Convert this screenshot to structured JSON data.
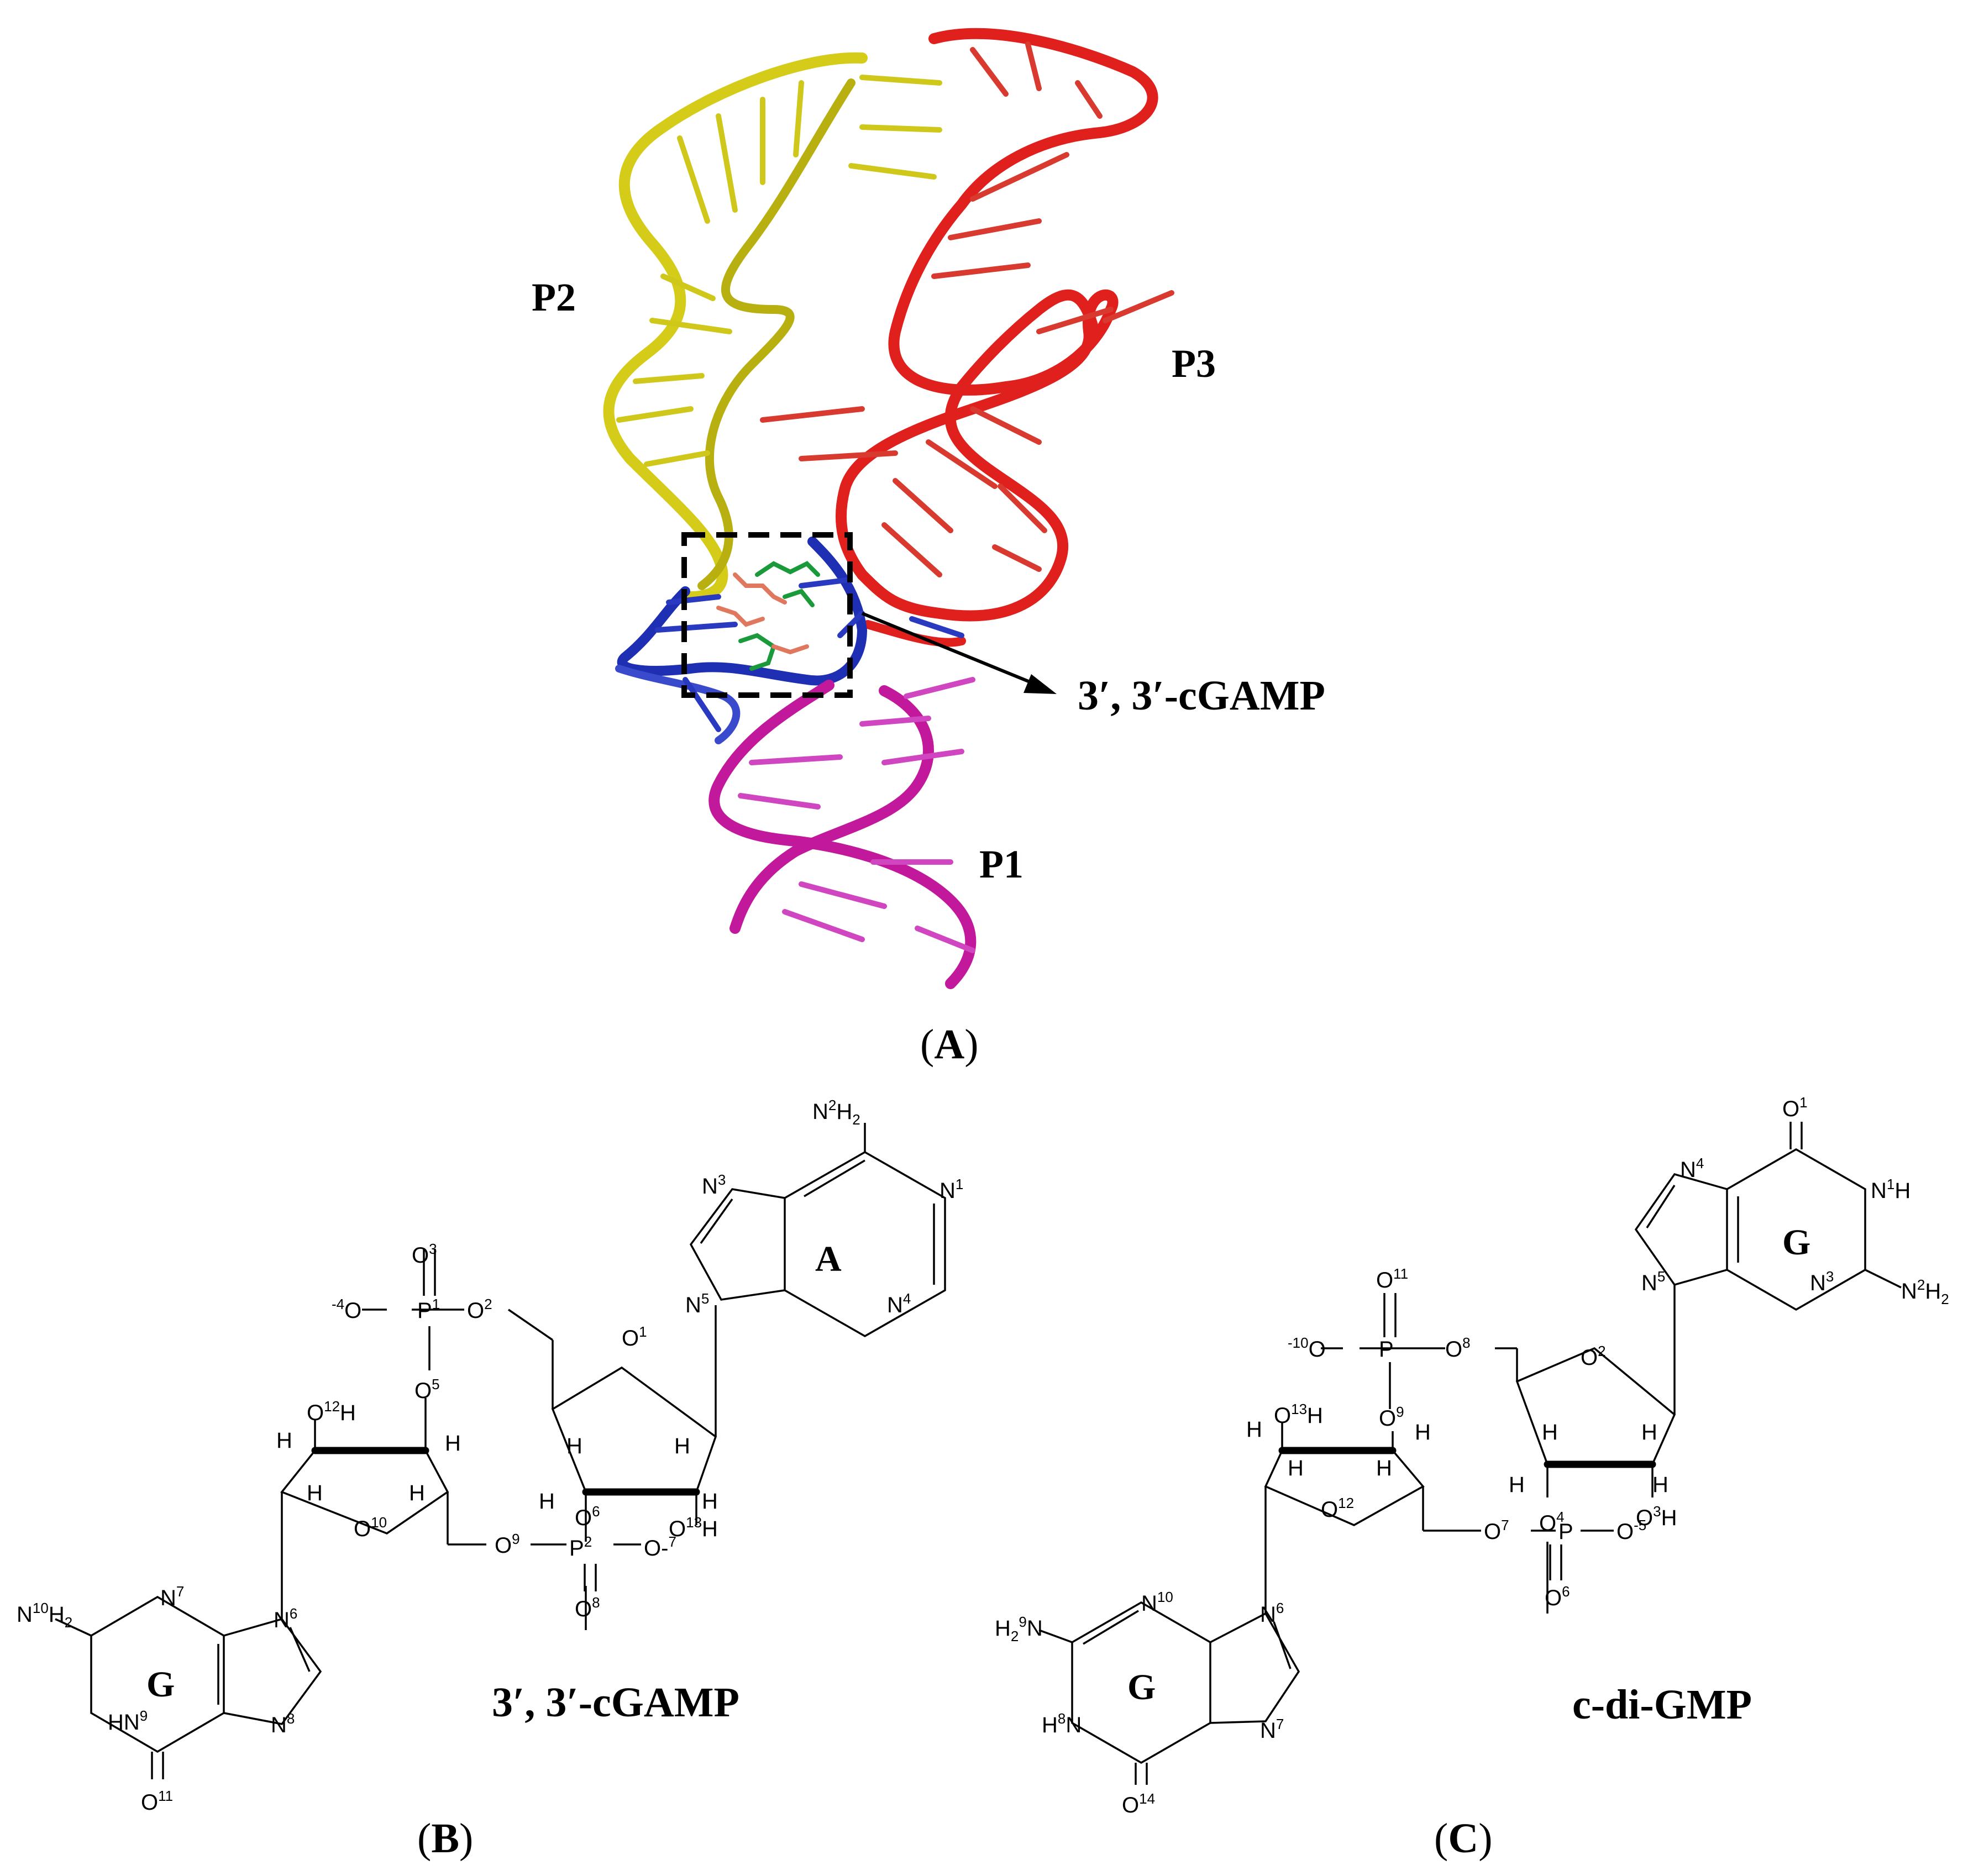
{
  "panels": {
    "a": {
      "label_open": "(",
      "label_letter": "A",
      "label_close": ")",
      "helix_labels": [
        "P2",
        "P3",
        "P1"
      ],
      "ligand_label": "3′, 3′-cGAMP",
      "colors": {
        "p2": "#d4cc18",
        "p3": "#e0201c",
        "p1": "#c2189c",
        "core": "#1f2fb4",
        "ligand_c": "#1a9a3a",
        "ligand_o": "#e07860"
      }
    },
    "b": {
      "label_open": "(",
      "label_letter": "B",
      "label_close": ")",
      "molecule_name": "3′, 3′-cGAMP",
      "ring_letters": [
        "A",
        "G"
      ]
    },
    "c": {
      "label_open": "(",
      "label_letter": "C",
      "label_close": ")",
      "molecule_name": "c-di-GMP",
      "ring_letters": [
        "G",
        "G"
      ]
    }
  }
}
